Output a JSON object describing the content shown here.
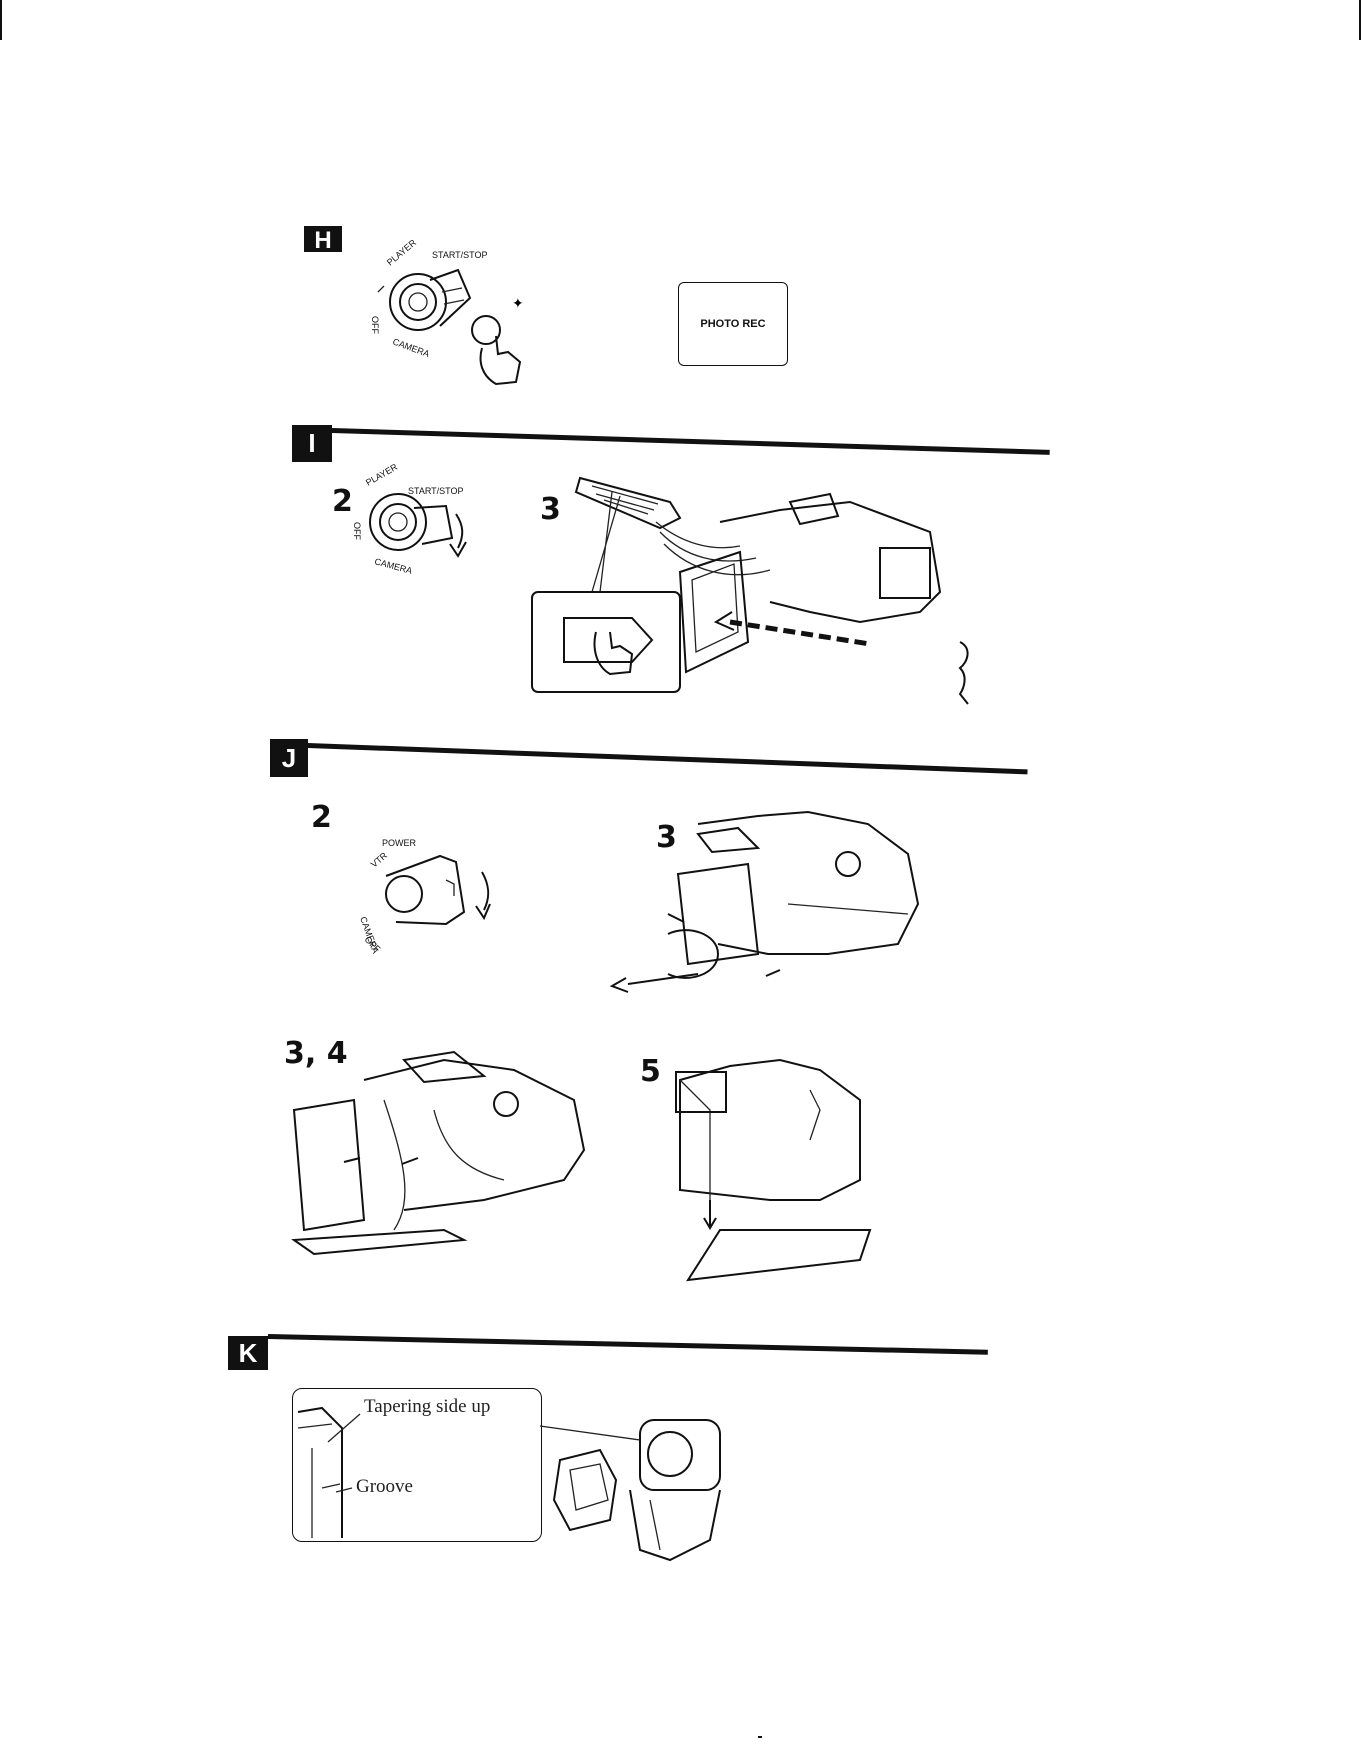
{
  "sections": {
    "h": {
      "label": "H",
      "switch": {
        "player": "PLAYER",
        "start_stop": "START/STOP",
        "off": "OFF",
        "camera": "CAMERA"
      },
      "button": "PHOTO REC"
    },
    "i": {
      "label": "I",
      "step_a": "2",
      "step_b": "3",
      "switch": {
        "player": "PLAYER",
        "start_stop": "START/STOP",
        "off": "OFF",
        "camera": "CAMERA"
      }
    },
    "j": {
      "label": "J",
      "step_a": "2",
      "step_b": "3",
      "step_c": "3, 4",
      "step_d": "5",
      "dial": {
        "power": "POWER",
        "vtr": "VTR",
        "camera": "CAMERA",
        "off": "OFF"
      }
    },
    "k": {
      "label": "K",
      "callout_top": "Tapering side up",
      "callout_bottom": "Groove"
    }
  }
}
